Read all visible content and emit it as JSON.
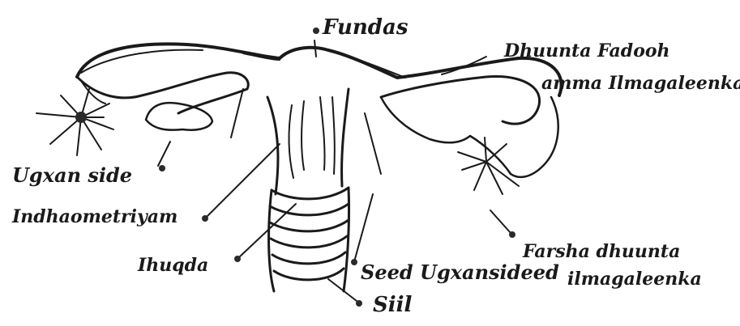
{
  "diagram": {
    "labels": {
      "fundus": "Fundas",
      "fallopian_tube": "Dhuunta Fadooh",
      "fallopian_tube_line2": "amma Ilmagaleenka",
      "endometrium_line1": "Ugxan side",
      "endometrium_line2": "Indhaometriyam",
      "uterine_wall": "Ihuqda",
      "ovary": "Seed Ugxansideed",
      "vagina": "Siil",
      "fimbriae_line1": "Farsha dhuunta",
      "fimbriae_line2": "ilmagaleenka"
    },
    "ink_color": "#1a1a1a",
    "background_color": "#ffffff"
  }
}
